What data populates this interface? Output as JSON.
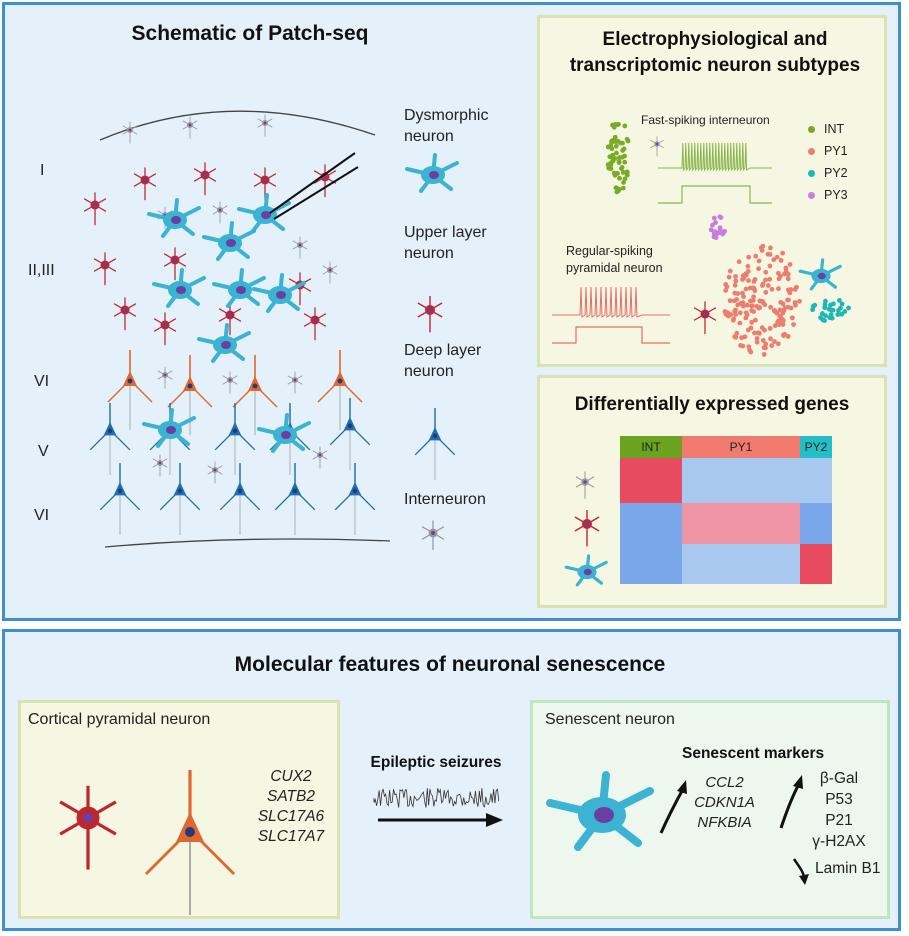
{
  "schematic": {
    "title": "Schematic of Patch-seq",
    "layers": [
      "I",
      "II,III",
      "VI",
      "V",
      "VI"
    ],
    "legend": [
      {
        "label": "Dysmorphic neuron",
        "color": "#3bb3d3"
      },
      {
        "label": "Upper layer neuron",
        "color": "#c0262f"
      },
      {
        "label": "Deep layer neuron",
        "color": "#1e6fb0"
      },
      {
        "label": "Interneuron",
        "color": "#9a9a9a"
      }
    ]
  },
  "ephys": {
    "title": "Electrophysiological and transcriptomic neuron subtypes",
    "fast_spiking_label": "Fast-spiking interneuron",
    "regular_spiking_label": "Regular-spiking pyramidal neuron",
    "legend": [
      {
        "label": "INT",
        "color": "#7aab28"
      },
      {
        "label": "PY1",
        "color": "#ec7d6f"
      },
      {
        "label": "PY2",
        "color": "#1cb8b8"
      },
      {
        "label": "PY3",
        "color": "#c67ee0"
      }
    ]
  },
  "deg": {
    "title": "Differentially expressed genes",
    "columns": [
      {
        "label": "INT",
        "color": "#6aa31f"
      },
      {
        "label": "PY1",
        "color": "#f07a6e"
      },
      {
        "label": "PY2",
        "color": "#23bfc6"
      }
    ],
    "rows": [
      {
        "cell_colors": [
          "#e84a5f",
          "#a9c8f0",
          "#a9c8f0"
        ]
      },
      {
        "cell_colors": [
          "#7aa7e8",
          "#ef94a4",
          "#7aa7e8"
        ]
      },
      {
        "cell_colors": [
          "#7aa7e8",
          "#a9c8f0",
          "#e84a5f"
        ]
      }
    ]
  },
  "molecular": {
    "title": "Molecular features of neuronal senescence",
    "left_box_title": "Cortical pyramidal neuron",
    "genes": [
      "CUX2",
      "SATB2",
      "SLC17A6",
      "SLC17A7"
    ],
    "arrow_label": "Epileptic seizures",
    "right_box_title": "Senescent neuron",
    "markers_title": "Senescent markers",
    "up_genes": [
      "CCL2",
      "CDKN1A",
      "NFKBIA"
    ],
    "up_markers": [
      "β-Gal",
      "P53",
      "P21",
      "γ-H2AX"
    ],
    "down_markers": [
      "Lamin B1"
    ]
  }
}
